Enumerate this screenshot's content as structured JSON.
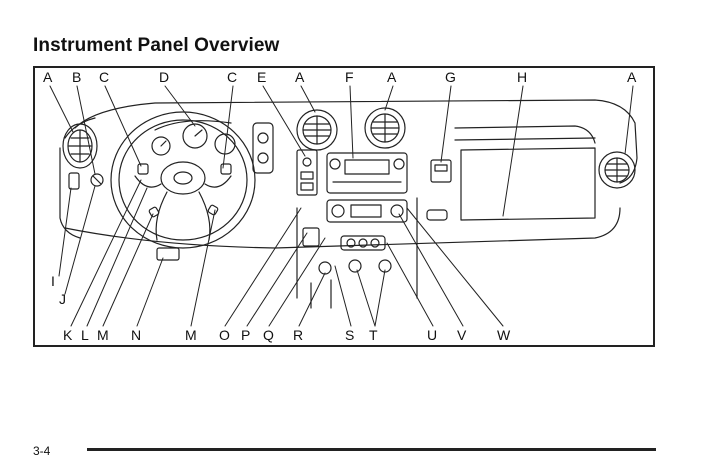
{
  "page": {
    "title": "Instrument Panel Overview",
    "page_number": "3-4"
  },
  "callouts": {
    "top": [
      "A",
      "B",
      "C",
      "D",
      "C",
      "E",
      "A",
      "F",
      "A",
      "G",
      "H",
      "A"
    ],
    "left": [
      "I",
      "J"
    ],
    "bottom": [
      "K",
      "L",
      "M",
      "N",
      "M",
      "O",
      "P",
      "Q",
      "R",
      "S",
      "T",
      "U",
      "V",
      "W"
    ]
  }
}
